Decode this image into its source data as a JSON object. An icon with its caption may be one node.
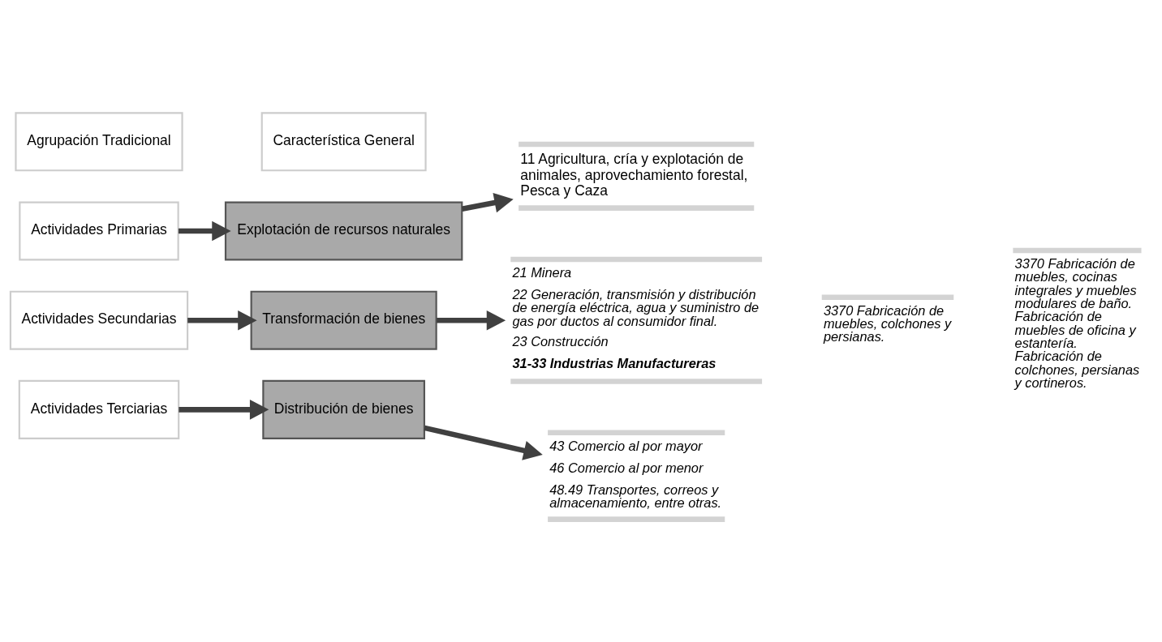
{
  "diagram": {
    "nodes": [
      {
        "text": [
          "Agrupación Tradicional"
        ]
      },
      {
        "text": [
          "Característica General"
        ]
      },
      {
        "text": [
          "Actividades Primarias"
        ]
      },
      {
        "text": [
          "Explotación de recursos naturales"
        ]
      },
      {
        "text": [
          "11 Agricultura, cría y explotación de animales, aprovechamiento forestal, Pesca y Caza"
        ]
      },
      {
        "text": [
          "Actividades Secundarias"
        ]
      },
      {
        "text": [
          "Transformación de bienes"
        ]
      },
      {
        "text": [
          "21 Minera",
          "22 Generación, transmisión y distribución de energía eléctrica, agua y suministro de gas por ductos al consumidor final.",
          "23 Construcción",
          "31-33 Industrias Manufactureras"
        ]
      },
      {
        "text": [
          "3370 Fabricación de muebles, colchones y persianas."
        ]
      },
      {
        "text": [
          "3370 Fabricación de muebles, cocinas integrales y muebles modulares de baño. Fabricación de muebles de oficina y estantería. Fabricación de colchones, persianas y cortineros."
        ]
      },
      {
        "text": [
          "Actividades Terciarias"
        ]
      },
      {
        "text": [
          "Distribución de bienes"
        ]
      },
      {
        "text": [
          "43 Comercio al por mayor",
          "46 Comercio al por menor",
          "48.49 Transportes, correos y almacenamiento, entre otras."
        ]
      }
    ],
    "edges": [
      {
        "from": 2,
        "to": 3,
        "arrow": "to"
      },
      {
        "from": 3,
        "to": 4,
        "arrow": "to"
      },
      {
        "from": 5,
        "to": 6,
        "arrow": "to"
      },
      {
        "from": 6,
        "to": 7,
        "arrow": "to"
      },
      {
        "from": 10,
        "to": 11,
        "arrow": "to"
      },
      {
        "from": 11,
        "to": 12,
        "arrow": "to"
      }
    ]
  }
}
